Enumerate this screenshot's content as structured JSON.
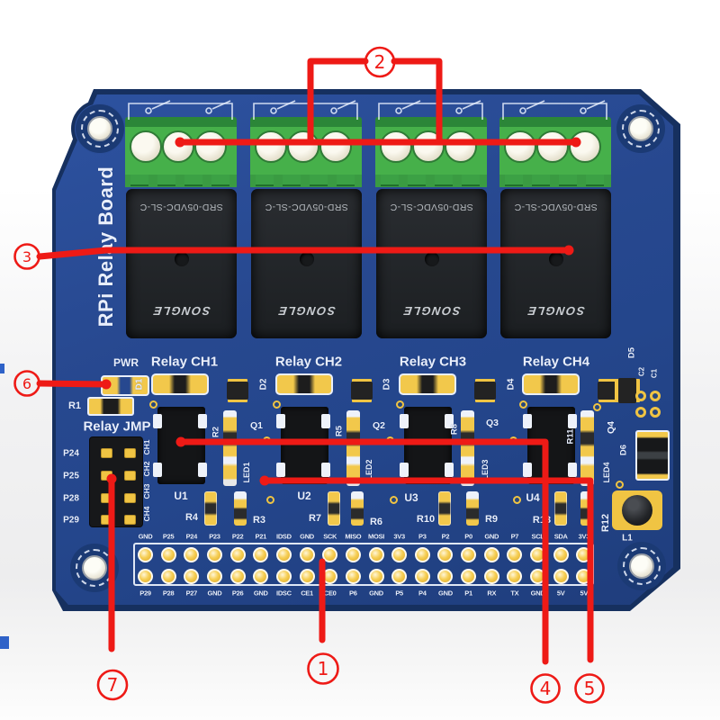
{
  "annotations": {
    "red": "#ee1a16",
    "callouts": [
      "1",
      "2",
      "3",
      "4",
      "5",
      "6",
      "7"
    ]
  },
  "board": {
    "vertical_title": "RPi Relay Board",
    "relay": {
      "model": "SRD-05VDC-SL-C",
      "brand": "SONGLE"
    },
    "channels": [
      {
        "label": "Relay CH1",
        "diode": "D1",
        "opto": "U1",
        "transistor": "Q1",
        "resistor_v": "R2",
        "led": "LED1",
        "resistor_a": "R4",
        "resistor_b": "R3"
      },
      {
        "label": "Relay CH2",
        "diode": "D2",
        "opto": "U2",
        "transistor": "Q2",
        "resistor_v": "R5",
        "led": "LED2",
        "resistor_a": "R7",
        "resistor_b": "R6"
      },
      {
        "label": "Relay CH3",
        "diode": "D3",
        "opto": "U3",
        "transistor": "Q3",
        "resistor_v": "R8",
        "led": "LED3",
        "resistor_a": "R10",
        "resistor_b": "R9"
      },
      {
        "label": "Relay CH4",
        "diode": "D4",
        "opto": "U4",
        "transistor": "Q4",
        "resistor_v": "R11",
        "led": "LED4",
        "resistor_a": "R13",
        "resistor_b": "R12"
      }
    ],
    "power": {
      "led": "PWR",
      "resistor": "R1"
    },
    "jumper": {
      "title": "Relay JMP",
      "rows": [
        "P24",
        "P25",
        "P28",
        "P29"
      ],
      "cols": [
        "CH1",
        "CH2",
        "CH3",
        "CH4"
      ]
    },
    "right": {
      "d5": "D5",
      "c2": "C2",
      "c1": "C1",
      "d6": "D6",
      "l1": "L1"
    },
    "header": {
      "top": [
        "GND",
        "P25",
        "P24",
        "P23",
        "P22",
        "P21",
        "IDSD",
        "GND",
        "SCK",
        "MISO",
        "MOSI",
        "3V3",
        "P3",
        "P2",
        "P0",
        "GND",
        "P7",
        "SCL",
        "SDA",
        "3V3"
      ],
      "bottom": [
        "P29",
        "P28",
        "P27",
        "GND",
        "P26",
        "GND",
        "IDSC",
        "CE1",
        "CE0",
        "P6",
        "GND",
        "P5",
        "P4",
        "GND",
        "P1",
        "RX",
        "TX",
        "GND",
        "5V",
        "5V"
      ]
    }
  }
}
